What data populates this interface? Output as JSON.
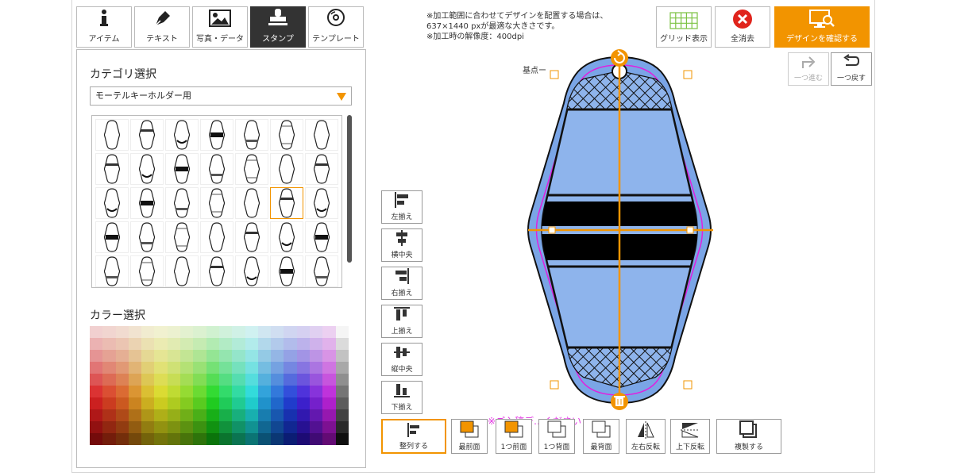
{
  "tabs": [
    {
      "label": "アイテム",
      "icon": "info-icon",
      "active": false
    },
    {
      "label": "テキスト",
      "icon": "pen-icon",
      "active": false
    },
    {
      "label": "写真・データ",
      "icon": "image-icon",
      "active": false
    },
    {
      "label": "スタンプ",
      "icon": "stamp-icon",
      "active": true
    },
    {
      "label": "テンプレート",
      "icon": "disc-icon",
      "active": false
    }
  ],
  "category": {
    "title": "カテゴリ選択",
    "selected": "モーテルキーホルダー用"
  },
  "color": {
    "title": "カラー選択"
  },
  "notice": "※加工範囲に合わせてデザインを配置する場合は、\n637×1440 pxが最適な大きさです。\n※加工時の解像度：400dpi",
  "toolbar": {
    "grid": "グリッド表示",
    "clear": "全消去",
    "confirm": "デザインを確認する",
    "redo": "一つ進む",
    "undo": "一つ戻す"
  },
  "align": {
    "left": "左揃え",
    "hcenter": "横中央",
    "right": "右揃え",
    "top": "上揃え",
    "vcenter": "縦中央",
    "bottom": "下揃え"
  },
  "bottom": {
    "arrange": "整列する",
    "front": "最前面",
    "forward": "1つ前面",
    "backward": "1つ背面",
    "back": "最背面",
    "fliph": "左右反転",
    "flipv": "上下反転",
    "dup": "複製する"
  },
  "canvas": {
    "base_point": "基点ー",
    "warning": "※ご入稿デ…ください"
  },
  "colors": {
    "accent": "#f29400",
    "outline_blue": "#7aa5e6",
    "stamp_fill": "#8eb4ec",
    "magenta": "#e020e0"
  }
}
